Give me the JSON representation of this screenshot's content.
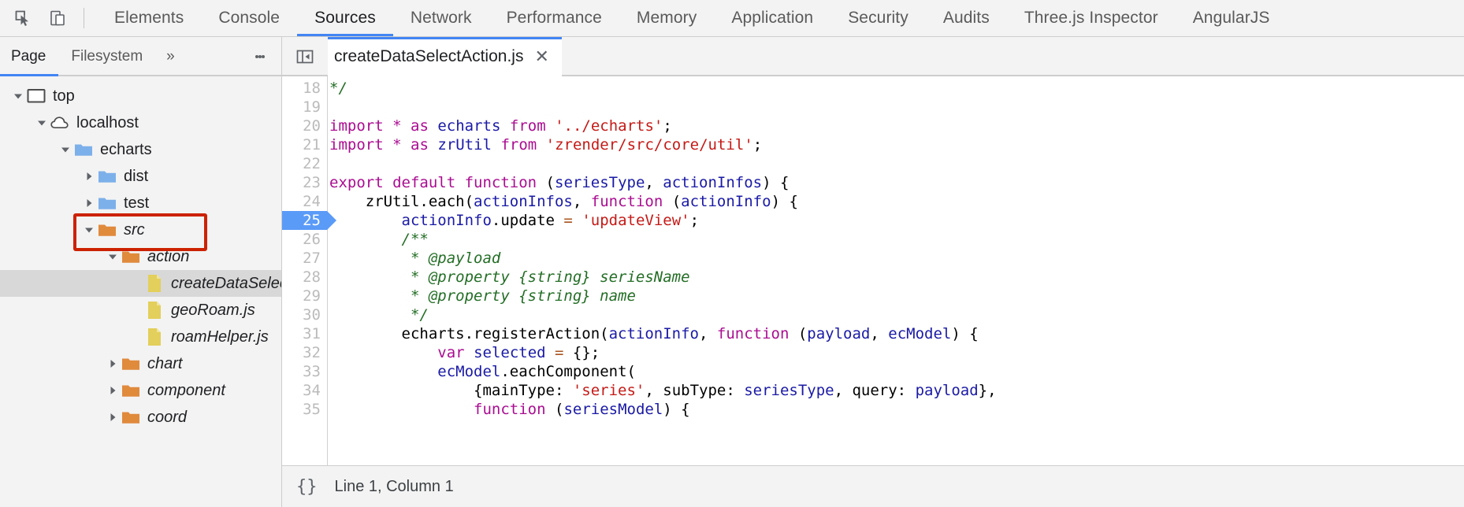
{
  "toolbar": {
    "icons": [
      {
        "name": "inspect-element-icon",
        "title": "Inspect"
      },
      {
        "name": "device-toolbar-icon",
        "title": "Toggle device toolbar"
      }
    ],
    "tabs": [
      {
        "label": "Elements",
        "selected": false
      },
      {
        "label": "Console",
        "selected": false
      },
      {
        "label": "Sources",
        "selected": true
      },
      {
        "label": "Network",
        "selected": false
      },
      {
        "label": "Performance",
        "selected": false
      },
      {
        "label": "Memory",
        "selected": false
      },
      {
        "label": "Application",
        "selected": false
      },
      {
        "label": "Security",
        "selected": false
      },
      {
        "label": "Audits",
        "selected": false
      },
      {
        "label": "Three.js Inspector",
        "selected": false
      },
      {
        "label": "AngularJS",
        "selected": false
      }
    ]
  },
  "navigator": {
    "tabs": [
      {
        "label": "Page",
        "selected": true
      },
      {
        "label": "Filesystem",
        "selected": false
      }
    ],
    "more_label": "»",
    "menu_icon": "more-vertical-icon",
    "tree": [
      {
        "label": "top",
        "depth": 0,
        "icon": "frame-icon",
        "twisty": "down",
        "italic": false,
        "selected": false,
        "highlighted": false
      },
      {
        "label": "localhost",
        "depth": 1,
        "icon": "cloud-icon",
        "twisty": "down",
        "italic": false,
        "selected": false,
        "highlighted": false
      },
      {
        "label": "echarts",
        "depth": 2,
        "icon": "folder-blue",
        "twisty": "down",
        "italic": false,
        "selected": false,
        "highlighted": false
      },
      {
        "label": "dist",
        "depth": 3,
        "icon": "folder-blue",
        "twisty": "right",
        "italic": false,
        "selected": false,
        "highlighted": false
      },
      {
        "label": "test",
        "depth": 3,
        "icon": "folder-blue",
        "twisty": "right",
        "italic": false,
        "selected": false,
        "highlighted": false
      },
      {
        "label": "src",
        "depth": 3,
        "icon": "folder-orange",
        "twisty": "down",
        "italic": true,
        "selected": false,
        "highlighted": true
      },
      {
        "label": "action",
        "depth": 4,
        "icon": "folder-orange",
        "twisty": "down",
        "italic": true,
        "selected": false,
        "highlighted": false
      },
      {
        "label": "createDataSelectAction.js",
        "depth": 5,
        "icon": "file-js",
        "twisty": "none",
        "italic": true,
        "selected": true,
        "highlighted": false
      },
      {
        "label": "geoRoam.js",
        "depth": 5,
        "icon": "file-js",
        "twisty": "none",
        "italic": true,
        "selected": false,
        "highlighted": false
      },
      {
        "label": "roamHelper.js",
        "depth": 5,
        "icon": "file-js",
        "twisty": "none",
        "italic": true,
        "selected": false,
        "highlighted": false
      },
      {
        "label": "chart",
        "depth": 4,
        "icon": "folder-orange",
        "twisty": "right",
        "italic": true,
        "selected": false,
        "highlighted": false
      },
      {
        "label": "component",
        "depth": 4,
        "icon": "folder-orange",
        "twisty": "right",
        "italic": true,
        "selected": false,
        "highlighted": false
      },
      {
        "label": "coord",
        "depth": 4,
        "icon": "folder-orange",
        "twisty": "right",
        "italic": true,
        "selected": false,
        "highlighted": false
      }
    ]
  },
  "editor": {
    "sidebar_toggle_icon": "show-navigator-icon",
    "tab": {
      "filename": "createDataSelectAction.js",
      "close_label": "✕"
    },
    "first_line_number": 18,
    "active_line": 25,
    "lines": [
      {
        "n": 18,
        "tokens": [
          {
            "t": "cmt",
            "s": "*/"
          }
        ]
      },
      {
        "n": 19,
        "tokens": []
      },
      {
        "n": 20,
        "tokens": [
          {
            "t": "kw",
            "s": "import"
          },
          {
            "t": "pln",
            "s": " "
          },
          {
            "t": "kw",
            "s": "*"
          },
          {
            "t": "pln",
            "s": " "
          },
          {
            "t": "kw",
            "s": "as"
          },
          {
            "t": "pln",
            "s": " "
          },
          {
            "t": "var",
            "s": "echarts"
          },
          {
            "t": "pln",
            "s": " "
          },
          {
            "t": "kw",
            "s": "from"
          },
          {
            "t": "pln",
            "s": " "
          },
          {
            "t": "str",
            "s": "'../echarts'"
          },
          {
            "t": "pln",
            "s": ";"
          }
        ]
      },
      {
        "n": 21,
        "tokens": [
          {
            "t": "kw",
            "s": "import"
          },
          {
            "t": "pln",
            "s": " "
          },
          {
            "t": "kw",
            "s": "*"
          },
          {
            "t": "pln",
            "s": " "
          },
          {
            "t": "kw",
            "s": "as"
          },
          {
            "t": "pln",
            "s": " "
          },
          {
            "t": "var",
            "s": "zrUtil"
          },
          {
            "t": "pln",
            "s": " "
          },
          {
            "t": "kw",
            "s": "from"
          },
          {
            "t": "pln",
            "s": " "
          },
          {
            "t": "str",
            "s": "'zrender/src/core/util'"
          },
          {
            "t": "pln",
            "s": ";"
          }
        ]
      },
      {
        "n": 22,
        "tokens": []
      },
      {
        "n": 23,
        "tokens": [
          {
            "t": "kw",
            "s": "export default function"
          },
          {
            "t": "pln",
            "s": " ("
          },
          {
            "t": "var",
            "s": "seriesType"
          },
          {
            "t": "pln",
            "s": ", "
          },
          {
            "t": "var",
            "s": "actionInfos"
          },
          {
            "t": "pln",
            "s": ") {"
          }
        ]
      },
      {
        "n": 24,
        "tokens": [
          {
            "t": "pln",
            "s": "    zrUtil.each("
          },
          {
            "t": "var",
            "s": "actionInfos"
          },
          {
            "t": "pln",
            "s": ", "
          },
          {
            "t": "kw",
            "s": "function"
          },
          {
            "t": "pln",
            "s": " ("
          },
          {
            "t": "var",
            "s": "actionInfo"
          },
          {
            "t": "pln",
            "s": ") {"
          }
        ]
      },
      {
        "n": 25,
        "tokens": [
          {
            "t": "pln",
            "s": "        "
          },
          {
            "t": "var",
            "s": "actionInfo"
          },
          {
            "t": "pln",
            "s": ".update "
          },
          {
            "t": "op",
            "s": "="
          },
          {
            "t": "pln",
            "s": " "
          },
          {
            "t": "str",
            "s": "'updateView'"
          },
          {
            "t": "pln",
            "s": ";"
          }
        ]
      },
      {
        "n": 26,
        "tokens": [
          {
            "t": "pln",
            "s": "        "
          },
          {
            "t": "cmt",
            "s": "/**"
          }
        ]
      },
      {
        "n": 27,
        "tokens": [
          {
            "t": "pln",
            "s": "         "
          },
          {
            "t": "cmt",
            "s": "* @payload"
          }
        ]
      },
      {
        "n": 28,
        "tokens": [
          {
            "t": "pln",
            "s": "         "
          },
          {
            "t": "cmt",
            "s": "* @property {string} seriesName"
          }
        ]
      },
      {
        "n": 29,
        "tokens": [
          {
            "t": "pln",
            "s": "         "
          },
          {
            "t": "cmt",
            "s": "* @property {string} name"
          }
        ]
      },
      {
        "n": 30,
        "tokens": [
          {
            "t": "pln",
            "s": "         "
          },
          {
            "t": "cmt",
            "s": "*/"
          }
        ]
      },
      {
        "n": 31,
        "tokens": [
          {
            "t": "pln",
            "s": "        echarts.registerAction("
          },
          {
            "t": "var",
            "s": "actionInfo"
          },
          {
            "t": "pln",
            "s": ", "
          },
          {
            "t": "kw",
            "s": "function"
          },
          {
            "t": "pln",
            "s": " ("
          },
          {
            "t": "var",
            "s": "payload"
          },
          {
            "t": "pln",
            "s": ", "
          },
          {
            "t": "var",
            "s": "ecModel"
          },
          {
            "t": "pln",
            "s": ") {"
          }
        ]
      },
      {
        "n": 32,
        "tokens": [
          {
            "t": "pln",
            "s": "            "
          },
          {
            "t": "kw",
            "s": "var"
          },
          {
            "t": "pln",
            "s": " "
          },
          {
            "t": "var",
            "s": "selected"
          },
          {
            "t": "pln",
            "s": " "
          },
          {
            "t": "op",
            "s": "="
          },
          {
            "t": "pln",
            "s": " {};"
          }
        ]
      },
      {
        "n": 33,
        "tokens": [
          {
            "t": "pln",
            "s": "            "
          },
          {
            "t": "var",
            "s": "ecModel"
          },
          {
            "t": "pln",
            "s": ".eachComponent("
          }
        ]
      },
      {
        "n": 34,
        "tokens": [
          {
            "t": "pln",
            "s": "                {mainType: "
          },
          {
            "t": "str",
            "s": "'series'"
          },
          {
            "t": "pln",
            "s": ", subType: "
          },
          {
            "t": "var",
            "s": "seriesType"
          },
          {
            "t": "pln",
            "s": ", query: "
          },
          {
            "t": "var",
            "s": "payload"
          },
          {
            "t": "pln",
            "s": "},"
          }
        ]
      },
      {
        "n": 35,
        "tokens": [
          {
            "t": "pln",
            "s": "                "
          },
          {
            "t": "kw",
            "s": "function"
          },
          {
            "t": "pln",
            "s": " ("
          },
          {
            "t": "var",
            "s": "seriesModel"
          },
          {
            "t": "pln",
            "s": ") {"
          }
        ]
      }
    ]
  },
  "status": {
    "format_icon": "{}",
    "cursor_text": "Line 1, Column 1"
  },
  "colors": {
    "accent": "#4285f4",
    "annotation": "#cc2200",
    "selection": "#d8d8d8",
    "folder_blue": "#7cb0ea",
    "folder_orange": "#e08a3c",
    "file_yellow": "#e3cf5b"
  }
}
